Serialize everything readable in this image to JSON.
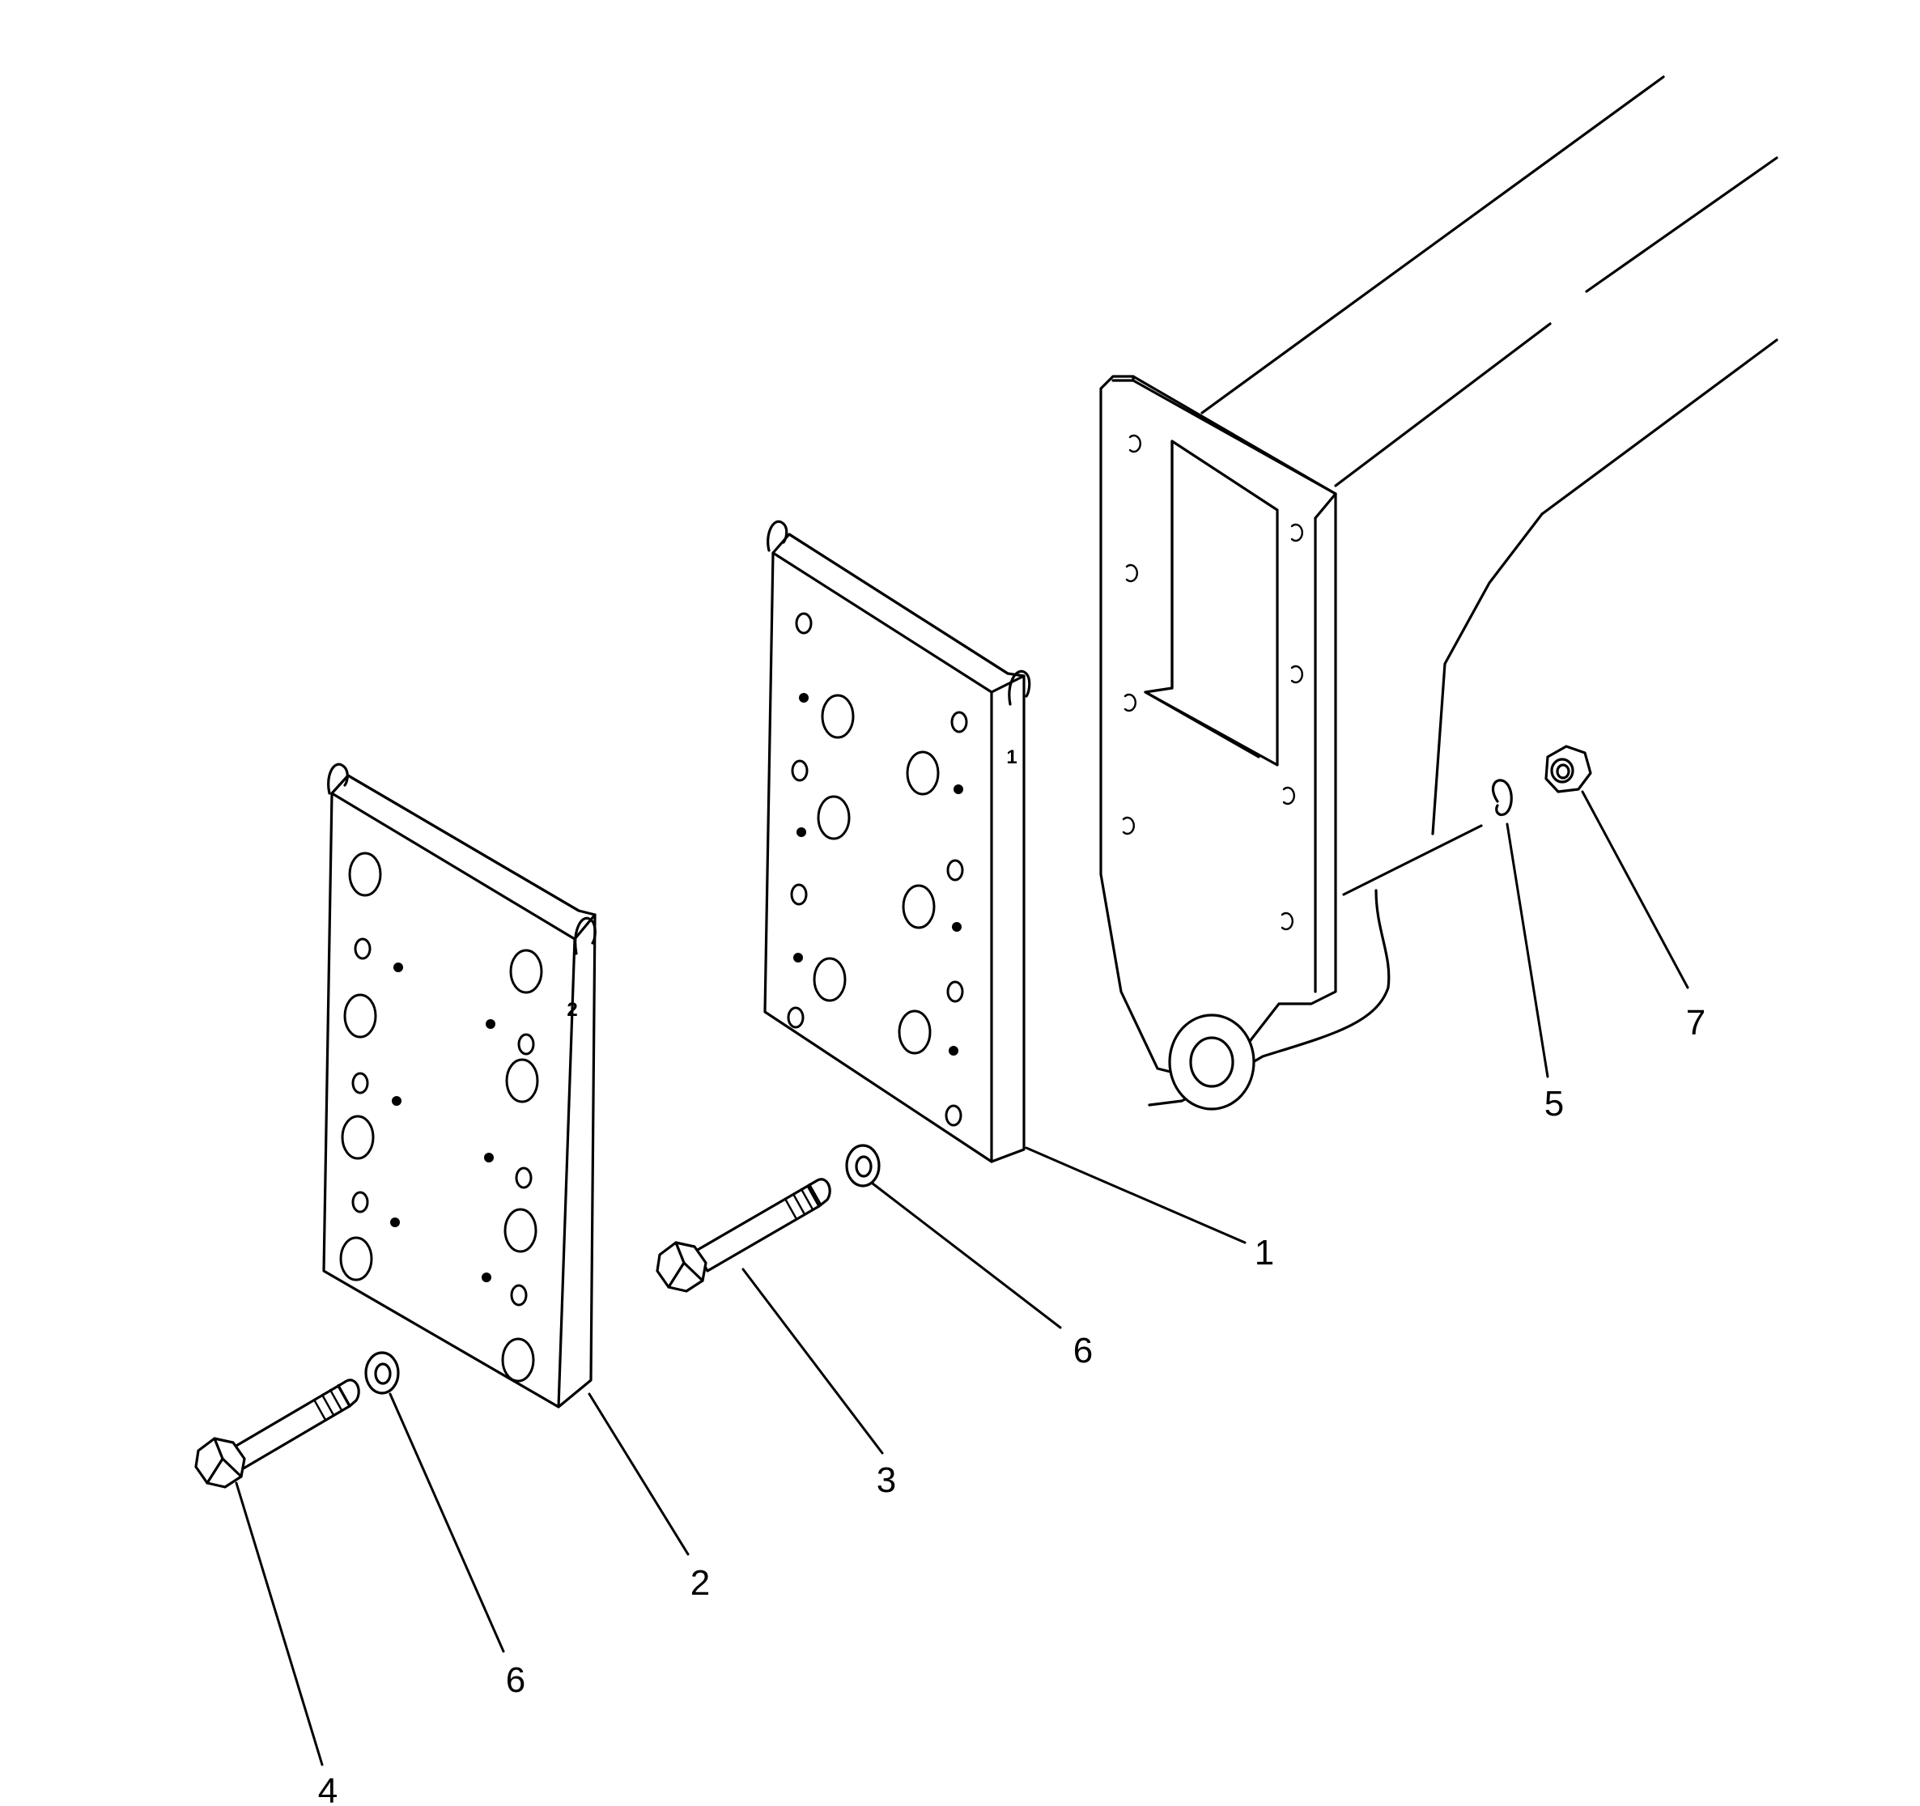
{
  "callouts": [
    {
      "id": "c1",
      "text": "1"
    },
    {
      "id": "c2",
      "text": "2"
    },
    {
      "id": "c3",
      "text": "3"
    },
    {
      "id": "c4",
      "text": "4"
    },
    {
      "id": "c5",
      "text": "5"
    },
    {
      "id": "c6a",
      "text": "6"
    },
    {
      "id": "c6b",
      "text": "6"
    },
    {
      "id": "c7",
      "text": "7"
    }
  ],
  "marks": {
    "plate1": "1",
    "plate2": "2"
  }
}
